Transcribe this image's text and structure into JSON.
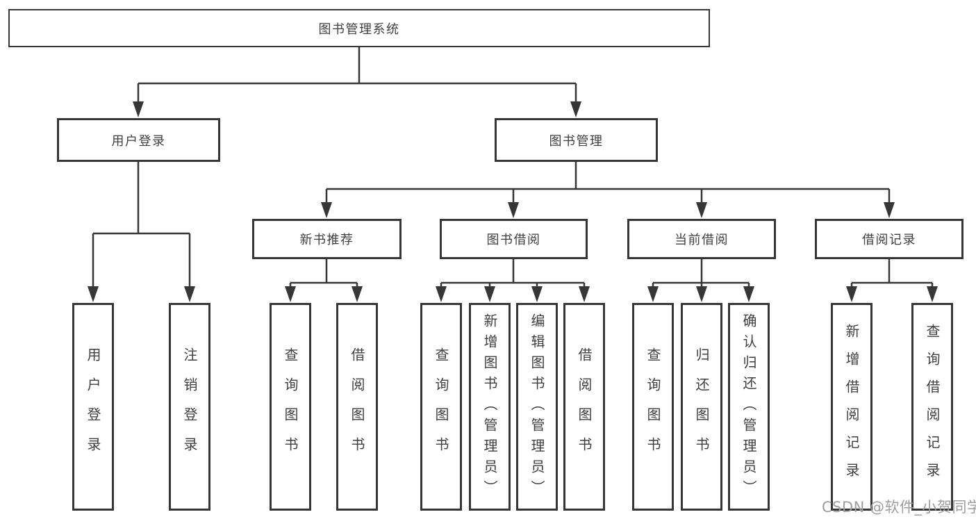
{
  "tree": {
    "root": {
      "label": "图书管理系统"
    },
    "branches": [
      {
        "label": "用户登录",
        "children": [
          {
            "label": "用户登录"
          },
          {
            "label": "注销登录"
          }
        ]
      },
      {
        "label": "图书管理",
        "groups": [
          {
            "label": "新书推荐",
            "children": [
              {
                "label": "查询图书"
              },
              {
                "label": "借阅图书"
              }
            ]
          },
          {
            "label": "图书借阅",
            "children": [
              {
                "label": "查询图书"
              },
              {
                "label": "新增图书（管理员）"
              },
              {
                "label": "编辑图书（管理员）"
              },
              {
                "label": "借阅图书"
              }
            ]
          },
          {
            "label": "当前借阅",
            "children": [
              {
                "label": "查询图书"
              },
              {
                "label": "归还图书"
              },
              {
                "label": "确认归还（管理员）"
              }
            ]
          },
          {
            "label": "借阅记录",
            "children": [
              {
                "label": "新增借阅记录"
              },
              {
                "label": "查询借阅记录"
              }
            ]
          }
        ]
      }
    ]
  },
  "watermark": {
    "text": "CSDN @软件_小贺同学"
  },
  "colors": {
    "line": "#363636",
    "border": "#363636",
    "text": "#3f3f3f",
    "watermark": "#9e9e9e",
    "bg": "#ffffff"
  }
}
